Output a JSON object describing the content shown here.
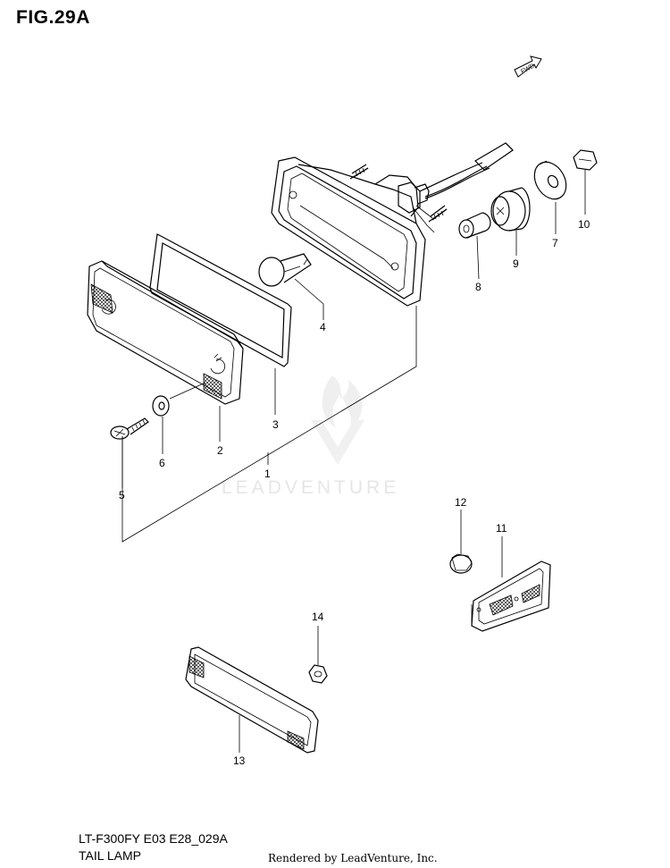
{
  "figure": {
    "title": "FIG.29A",
    "model_code": "LT-F300FY E03 E28_029A",
    "caption": "TAIL LAMP",
    "credit": "Rendered by LeadVenture, Inc.",
    "watermark": "LEADVENTURE",
    "direction_label": "FWD"
  },
  "callouts": [
    "1",
    "2",
    "3",
    "4",
    "5",
    "6",
    "7",
    "8",
    "9",
    "10",
    "11",
    "12",
    "13",
    "14"
  ]
}
